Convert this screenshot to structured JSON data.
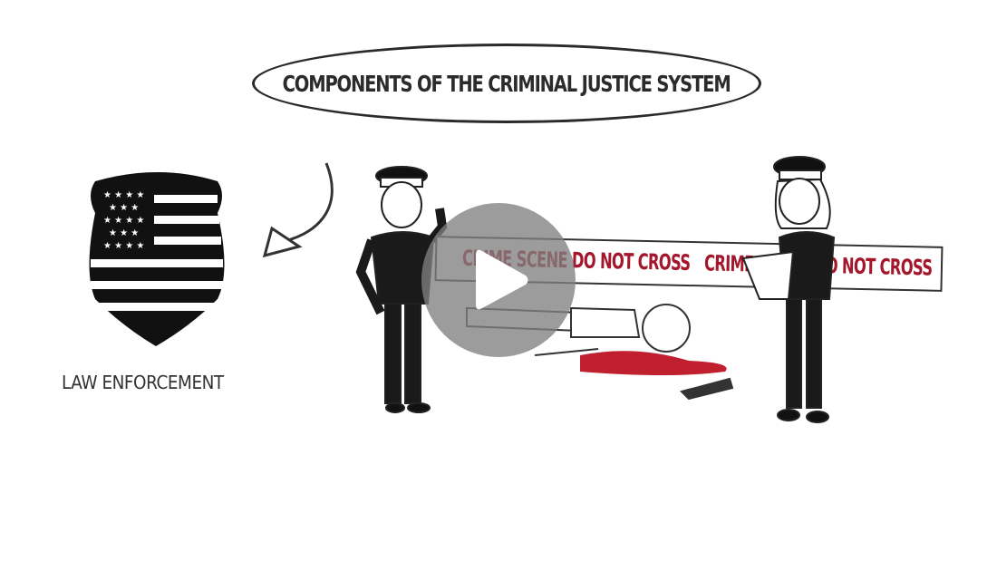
{
  "video": {
    "title_banner": "COMPONENTS OF THE CRIMINAL JUSTICE SYSTEM",
    "component_label": "LAW ENFORCEMENT",
    "tape_text": [
      "CRIME SCENE DO NOT CROSS",
      "CRIME SCENE DO NOT CROSS"
    ],
    "play_button_icon": "play-icon",
    "colors": {
      "tape_text": "#a4162c",
      "blood": "#c01f2e",
      "play_overlay": "#808080",
      "ink": "#2a2a2a"
    }
  }
}
